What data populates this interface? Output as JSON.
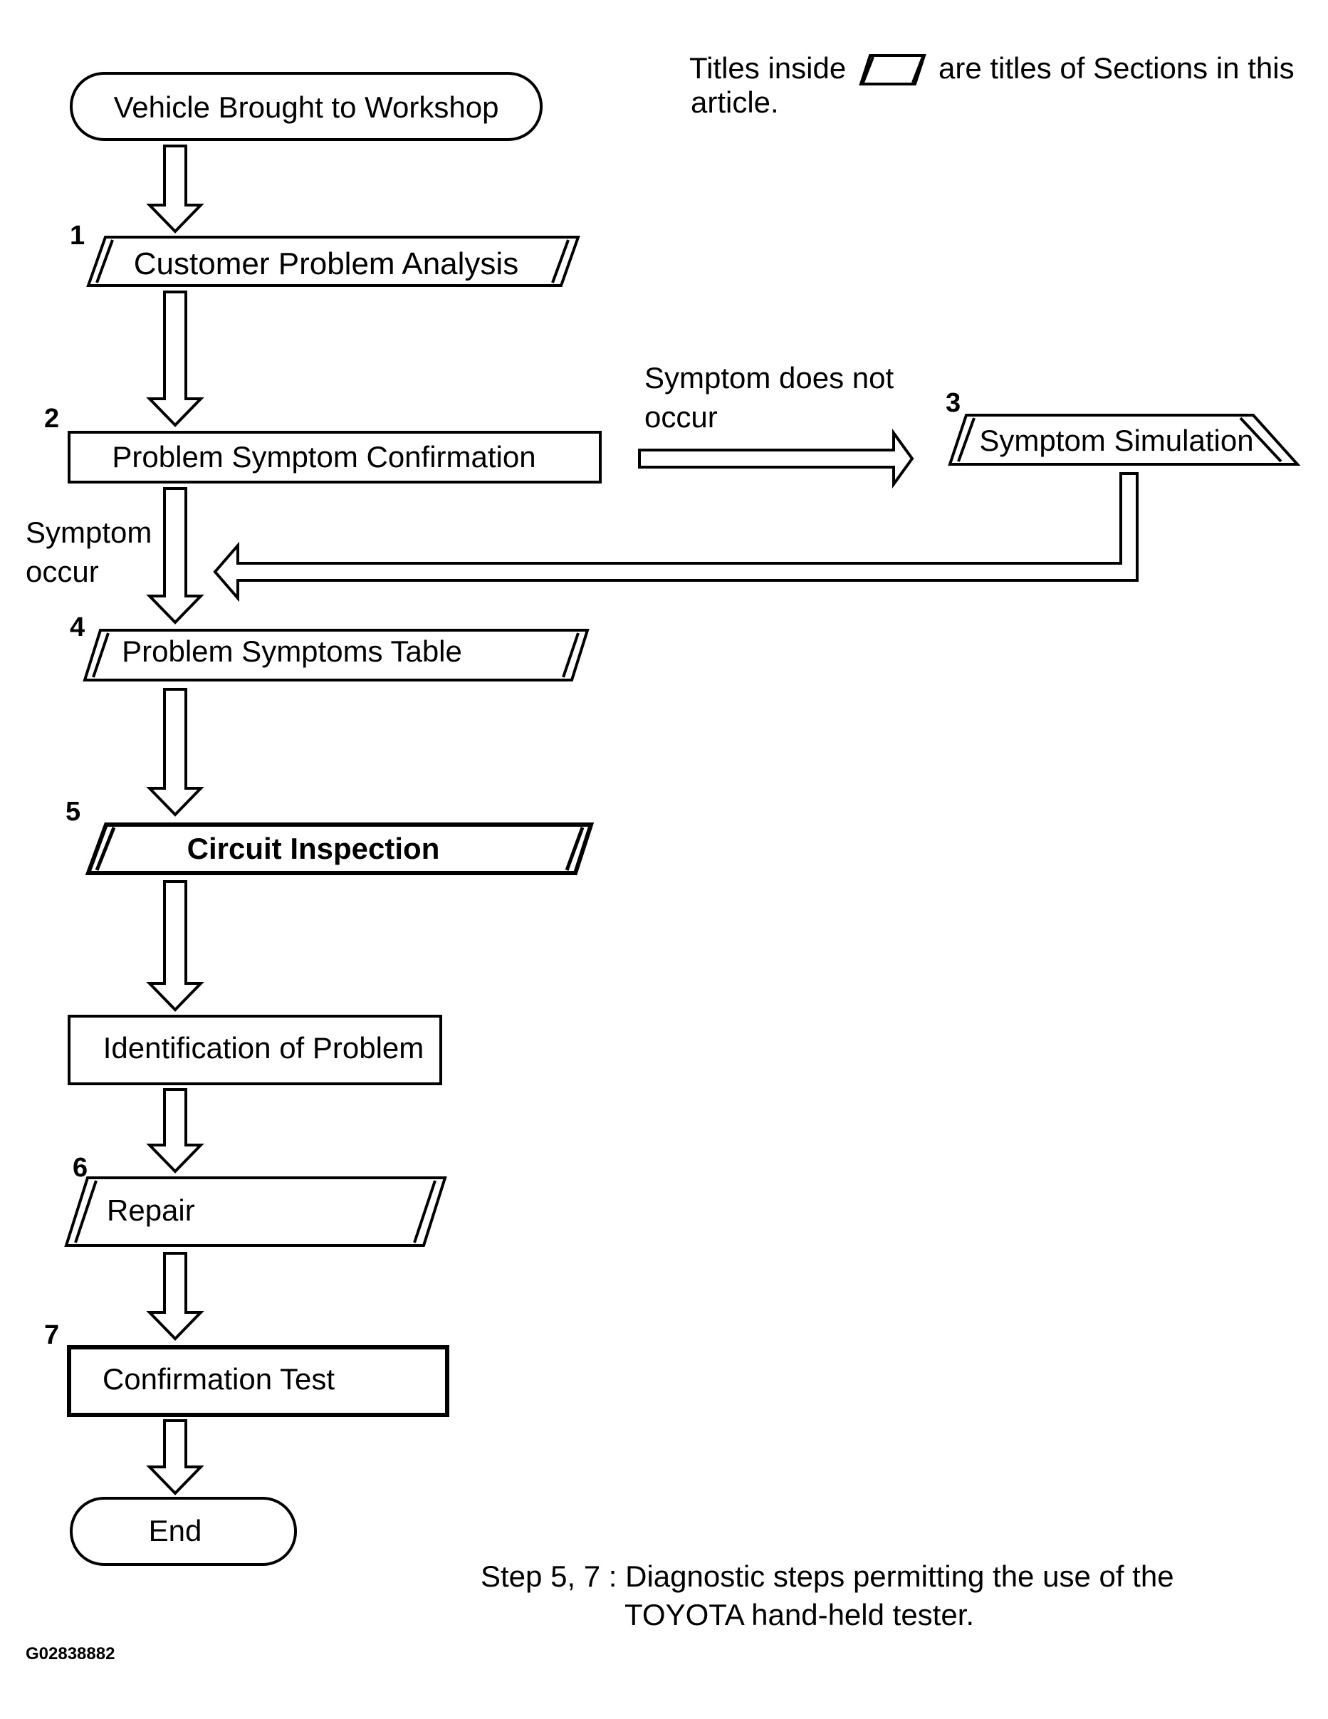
{
  "legend": {
    "line1_pre": "Titles inside",
    "line1_post": "are titles of Sections in this",
    "line2": "article."
  },
  "nodes": {
    "start": "Vehicle Brought to Workshop",
    "customer_problem_analysis": {
      "number": "1",
      "label": "Customer Problem Analysis"
    },
    "problem_symptom_confirmation": {
      "number": "2",
      "label": "Problem Symptom Confirmation"
    },
    "symptom_simulation": {
      "number": "3",
      "label": "Symptom Simulation"
    },
    "problem_symptoms_table": {
      "number": "4",
      "label": "Problem Symptoms Table"
    },
    "circuit_inspection": {
      "number": "5",
      "label": "Circuit Inspection"
    },
    "identification_of_problem": "Identification of Problem",
    "repair": {
      "number": "6",
      "label": "Repair"
    },
    "confirmation_test": {
      "number": "7",
      "label": "Confirmation Test"
    },
    "end": "End"
  },
  "edge_labels": {
    "symptom_not_occur_1": "Symptom does not",
    "symptom_not_occur_2": "occur",
    "symptom_occur_1": "Symptom",
    "symptom_occur_2": "occur"
  },
  "footnote": {
    "line1": "Step 5, 7 : Diagnostic steps permitting the use of the",
    "line2": "TOYOTA hand-held tester."
  },
  "figure_id": "G02838882"
}
